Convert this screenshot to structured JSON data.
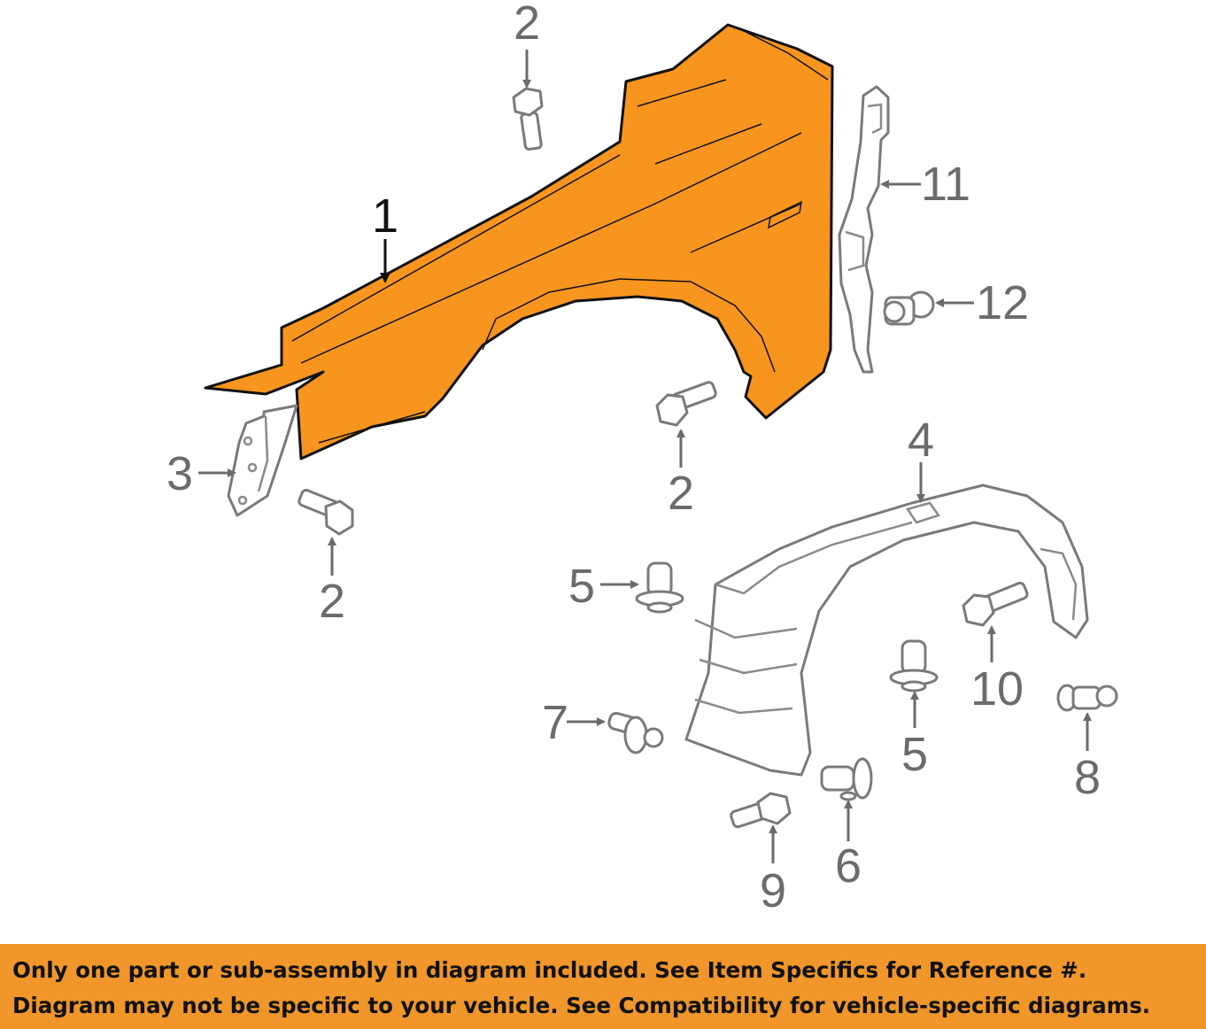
{
  "callouts": {
    "c1": "1",
    "c2_top": "2",
    "c2_mid": "2",
    "c2_low": "2",
    "c3": "3",
    "c4": "4",
    "c5_left": "5",
    "c5_right": "5",
    "c6": "6",
    "c7": "7",
    "c8": "8",
    "c9": "9",
    "c10": "10",
    "c11": "11",
    "c12": "12"
  },
  "colors": {
    "highlight_part": "#f7951e",
    "notice_bar": "#f0962a",
    "outline": "#111111"
  },
  "notice": {
    "line1": "Only one part or sub-assembly in diagram included. See Item Specifics for Reference #.",
    "line2": "Diagram may not be specific to your vehicle. See Compatibility for vehicle-specific diagrams."
  }
}
